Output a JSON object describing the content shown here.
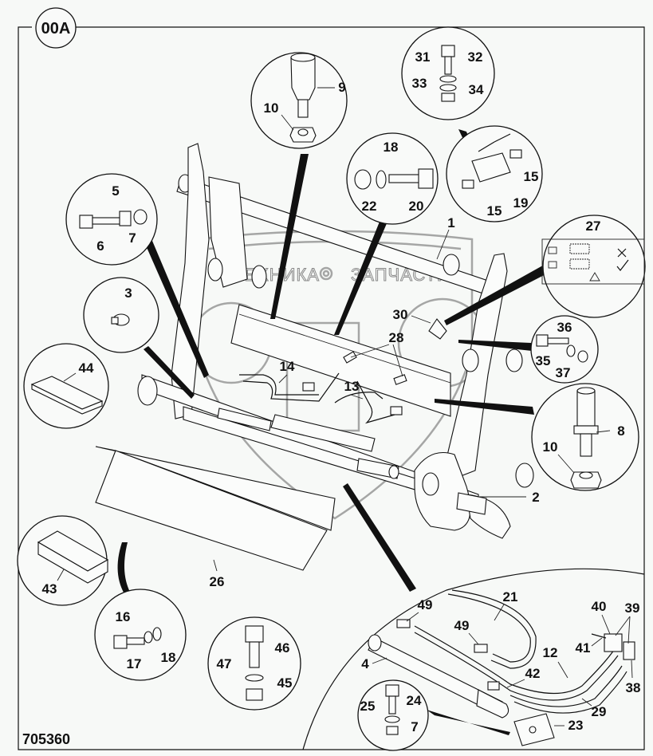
{
  "diagram": {
    "section_badge": "00A",
    "drawing_number": "705360",
    "watermark": {
      "left": "ТЕХНИКА",
      "right": "ЗАПЧАСТИ",
      "icon": "gear-icon"
    },
    "callouts": {
      "c9": {
        "labels": [
          "9",
          "10"
        ]
      },
      "c31": {
        "labels": [
          "31",
          "32",
          "33",
          "34"
        ]
      },
      "c19": {
        "labels": [
          "15",
          "19",
          "15"
        ]
      },
      "c18": {
        "labels": [
          "18",
          "22",
          "20"
        ]
      },
      "c5": {
        "labels": [
          "5",
          "6",
          "7"
        ]
      },
      "c27": {
        "labels": [
          "27"
        ],
        "decal_icons": [
          "bucket-detached-icon",
          "cross-icon",
          "bucket-attached-icon",
          "check-icon",
          "warning-triangle-icon"
        ]
      },
      "c3": {
        "labels": [
          "3"
        ]
      },
      "c44": {
        "labels": [
          "44"
        ]
      },
      "c36": {
        "labels": [
          "36",
          "35",
          "37"
        ]
      },
      "c8": {
        "labels": [
          "8",
          "10"
        ]
      },
      "c43": {
        "labels": [
          "43"
        ]
      },
      "c16": {
        "labels": [
          "16",
          "17",
          "18"
        ]
      },
      "c46": {
        "labels": [
          "46",
          "47",
          "45"
        ]
      },
      "c24": {
        "labels": [
          "25",
          "24",
          "7"
        ]
      }
    },
    "main_labels": {
      "l1": "1",
      "l2": "2",
      "l13": "13",
      "l14": "14",
      "l26": "26",
      "l28": "28",
      "l30": "30"
    },
    "hose_kit_labels": {
      "l49a": "49",
      "l49b": "49",
      "l21": "21",
      "l4": "4",
      "l42": "42",
      "l12": "12",
      "l41": "41",
      "l40": "40",
      "l39": "39",
      "l38": "38",
      "l29": "29",
      "l23": "23"
    }
  }
}
